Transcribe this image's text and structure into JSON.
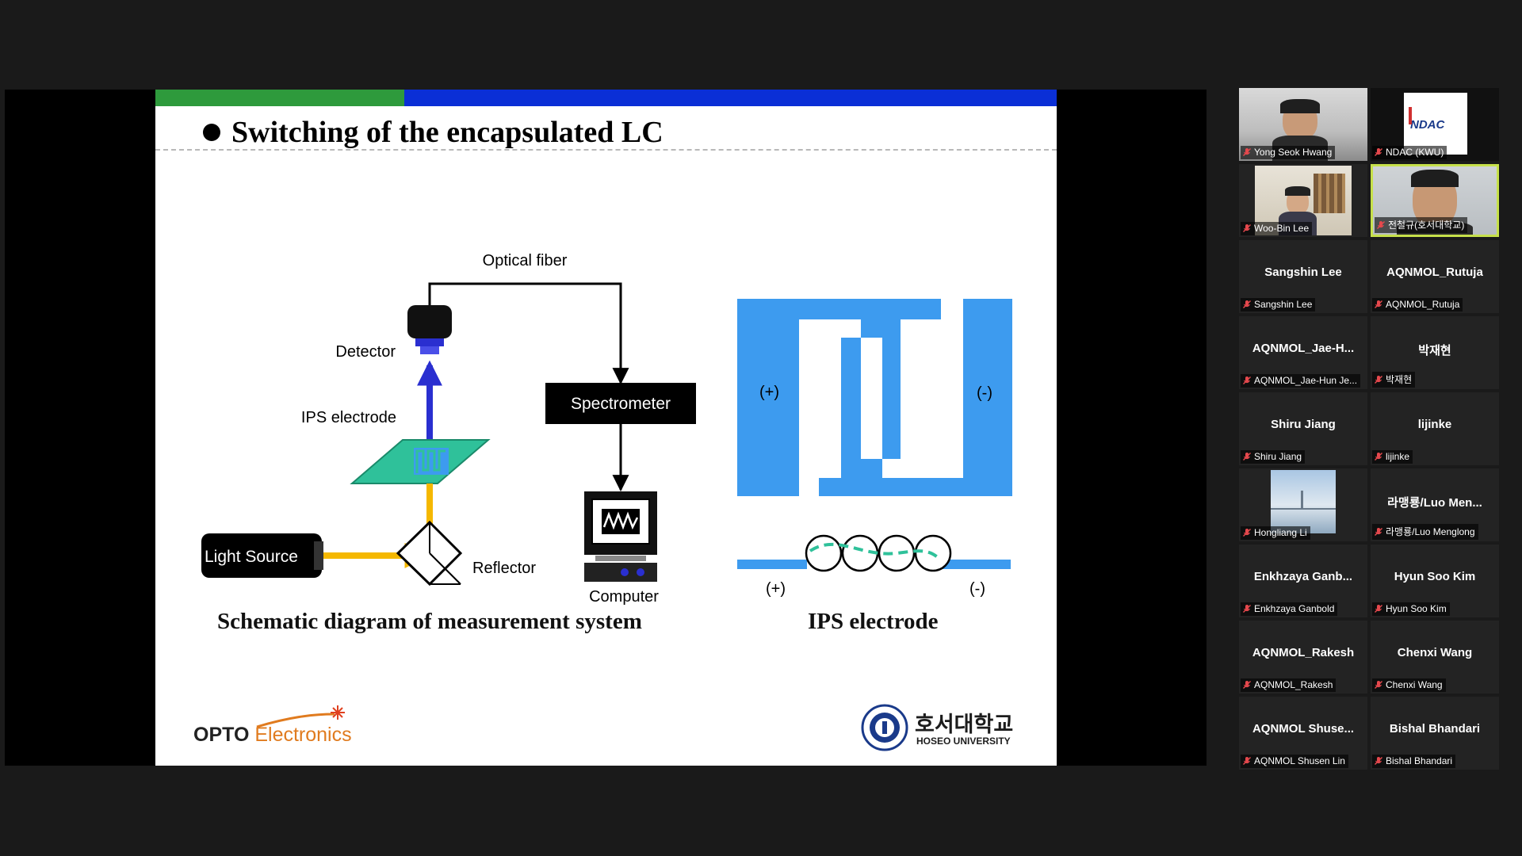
{
  "slide": {
    "title": "Switching of the encapsulated LC",
    "diagram": {
      "optical_fiber": "Optical fiber",
      "detector": "Detector",
      "ips_electrode": "IPS electrode",
      "spectrometer": "Spectrometer",
      "light_source": "Light Source",
      "reflector": "Reflector",
      "computer": "Computer"
    },
    "electrode": {
      "plus_label": "(+)",
      "minus_label": "(-)",
      "plus_label_bottom": "(+)",
      "minus_label_bottom": "(-)"
    },
    "captions": {
      "left": "Schematic diagram of measurement system",
      "right": "IPS electrode"
    },
    "logos": {
      "opto_part1": "OPTO",
      "opto_part2": "Electronics",
      "hoseo_korean": "호서대학교",
      "hoseo_english": "HOSEO UNIVERSITY"
    },
    "colors": {
      "bar_green": "#2e9a3c",
      "bar_blue": "#0a2fd6",
      "electrode_blue": "#3d9bef",
      "beam_yellow": "#f5b800",
      "beam_blue": "#2a2fd0",
      "ips_green": "#2fc19a"
    }
  },
  "participants": [
    {
      "name": "",
      "label": "Yong Seok Hwang",
      "video": true
    },
    {
      "name": "",
      "label": "NDAC (KWU)",
      "video": true
    },
    {
      "name": "",
      "label": "Woo-Bin Lee",
      "video": true
    },
    {
      "name": "",
      "label": "전철규(호서대학교)",
      "video": true,
      "active": true
    },
    {
      "name": "Sangshin Lee",
      "label": "Sangshin Lee"
    },
    {
      "name": "AQNMOL_Rutuja",
      "label": "AQNMOL_Rutuja"
    },
    {
      "name": "AQNMOL_Jae-H...",
      "label": "AQNMOL_Jae-Hun Je..."
    },
    {
      "name": "박재현",
      "label": "박재현"
    },
    {
      "name": "Shiru Jiang",
      "label": "Shiru Jiang"
    },
    {
      "name": "lijinke",
      "label": "lijinke"
    },
    {
      "name": "",
      "label": "Hongliang Li",
      "video": true
    },
    {
      "name": "라맹룡/Luo Men...",
      "label": "라맹룡/Luo Menglong"
    },
    {
      "name": "Enkhzaya  Ganb...",
      "label": "Enkhzaya Ganbold"
    },
    {
      "name": "Hyun Soo Kim",
      "label": "Hyun Soo Kim"
    },
    {
      "name": "AQNMOL_Rakesh",
      "label": "AQNMOL_Rakesh"
    },
    {
      "name": "Chenxi Wang",
      "label": "Chenxi Wang"
    },
    {
      "name": "AQNMOL  Shuse...",
      "label": "AQNMOL Shusen Lin"
    },
    {
      "name": "Bishal Bhandari",
      "label": "Bishal Bhandari"
    }
  ],
  "icons": {
    "muted_mic": "mic-muted-icon"
  }
}
